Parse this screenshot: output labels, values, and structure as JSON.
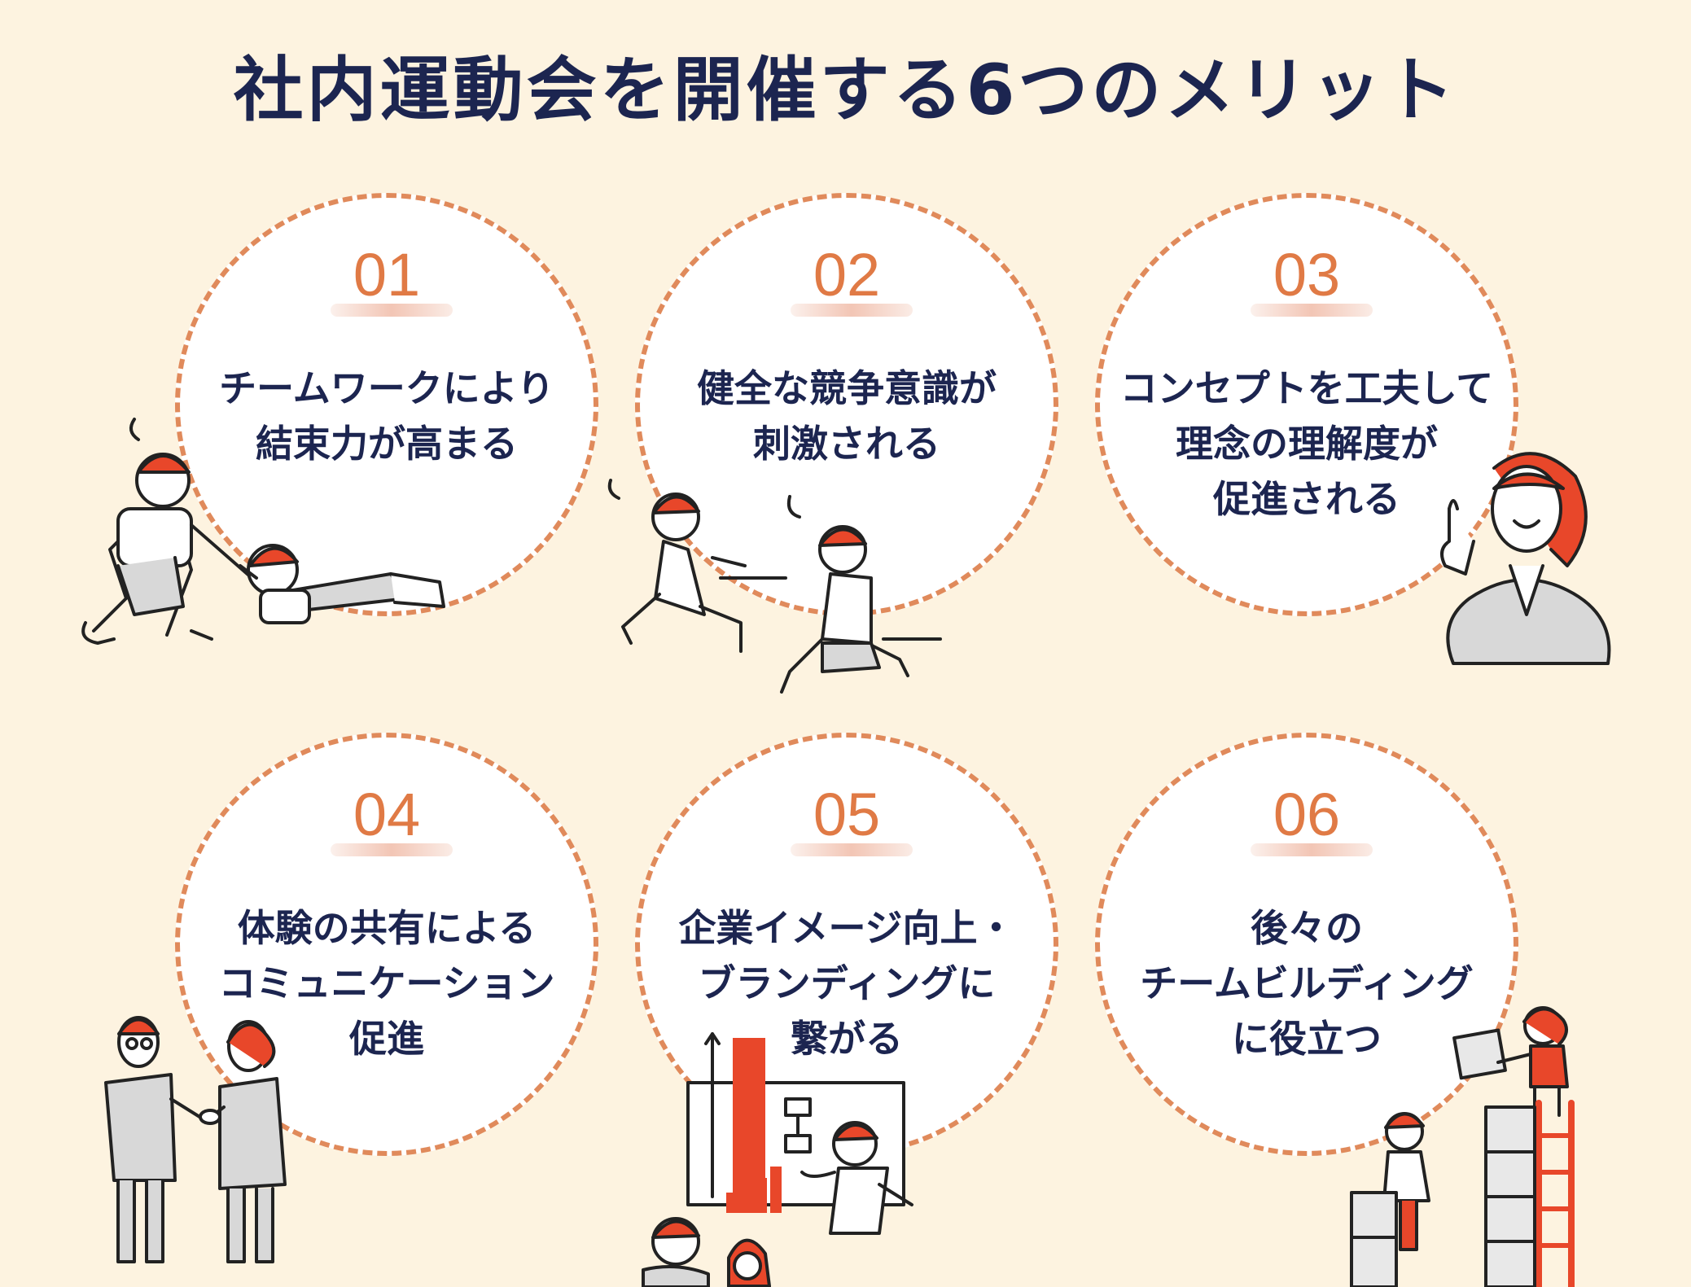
{
  "title": "社内運動会を開催する6つのメリット",
  "colors": {
    "background": "#fdf3e0",
    "accent": "#e07a45",
    "navy": "#1c2550"
  },
  "merits": [
    {
      "number": "01",
      "lines": [
        "チームワークにより",
        "結束力が高まる"
      ],
      "illustration": "helping-hand-illustration"
    },
    {
      "number": "02",
      "lines": [
        "健全な競争意識が",
        "刺激される"
      ],
      "illustration": "runners-illustration"
    },
    {
      "number": "03",
      "lines": [
        "コンセプトを工夫して",
        "理念の理解度が",
        "促進される"
      ],
      "illustration": "presenter-illustration"
    },
    {
      "number": "04",
      "lines": [
        "体験の共有による",
        "コミュニケーション",
        "促進"
      ],
      "illustration": "handshake-illustration"
    },
    {
      "number": "05",
      "lines": [
        "企業イメージ向上・",
        "ブランディングに",
        "繋がる"
      ],
      "illustration": "growth-chart-illustration"
    },
    {
      "number": "06",
      "lines": [
        "後々の",
        "チームビルディング",
        "に役立つ"
      ],
      "illustration": "boxes-teamwork-illustration"
    }
  ]
}
